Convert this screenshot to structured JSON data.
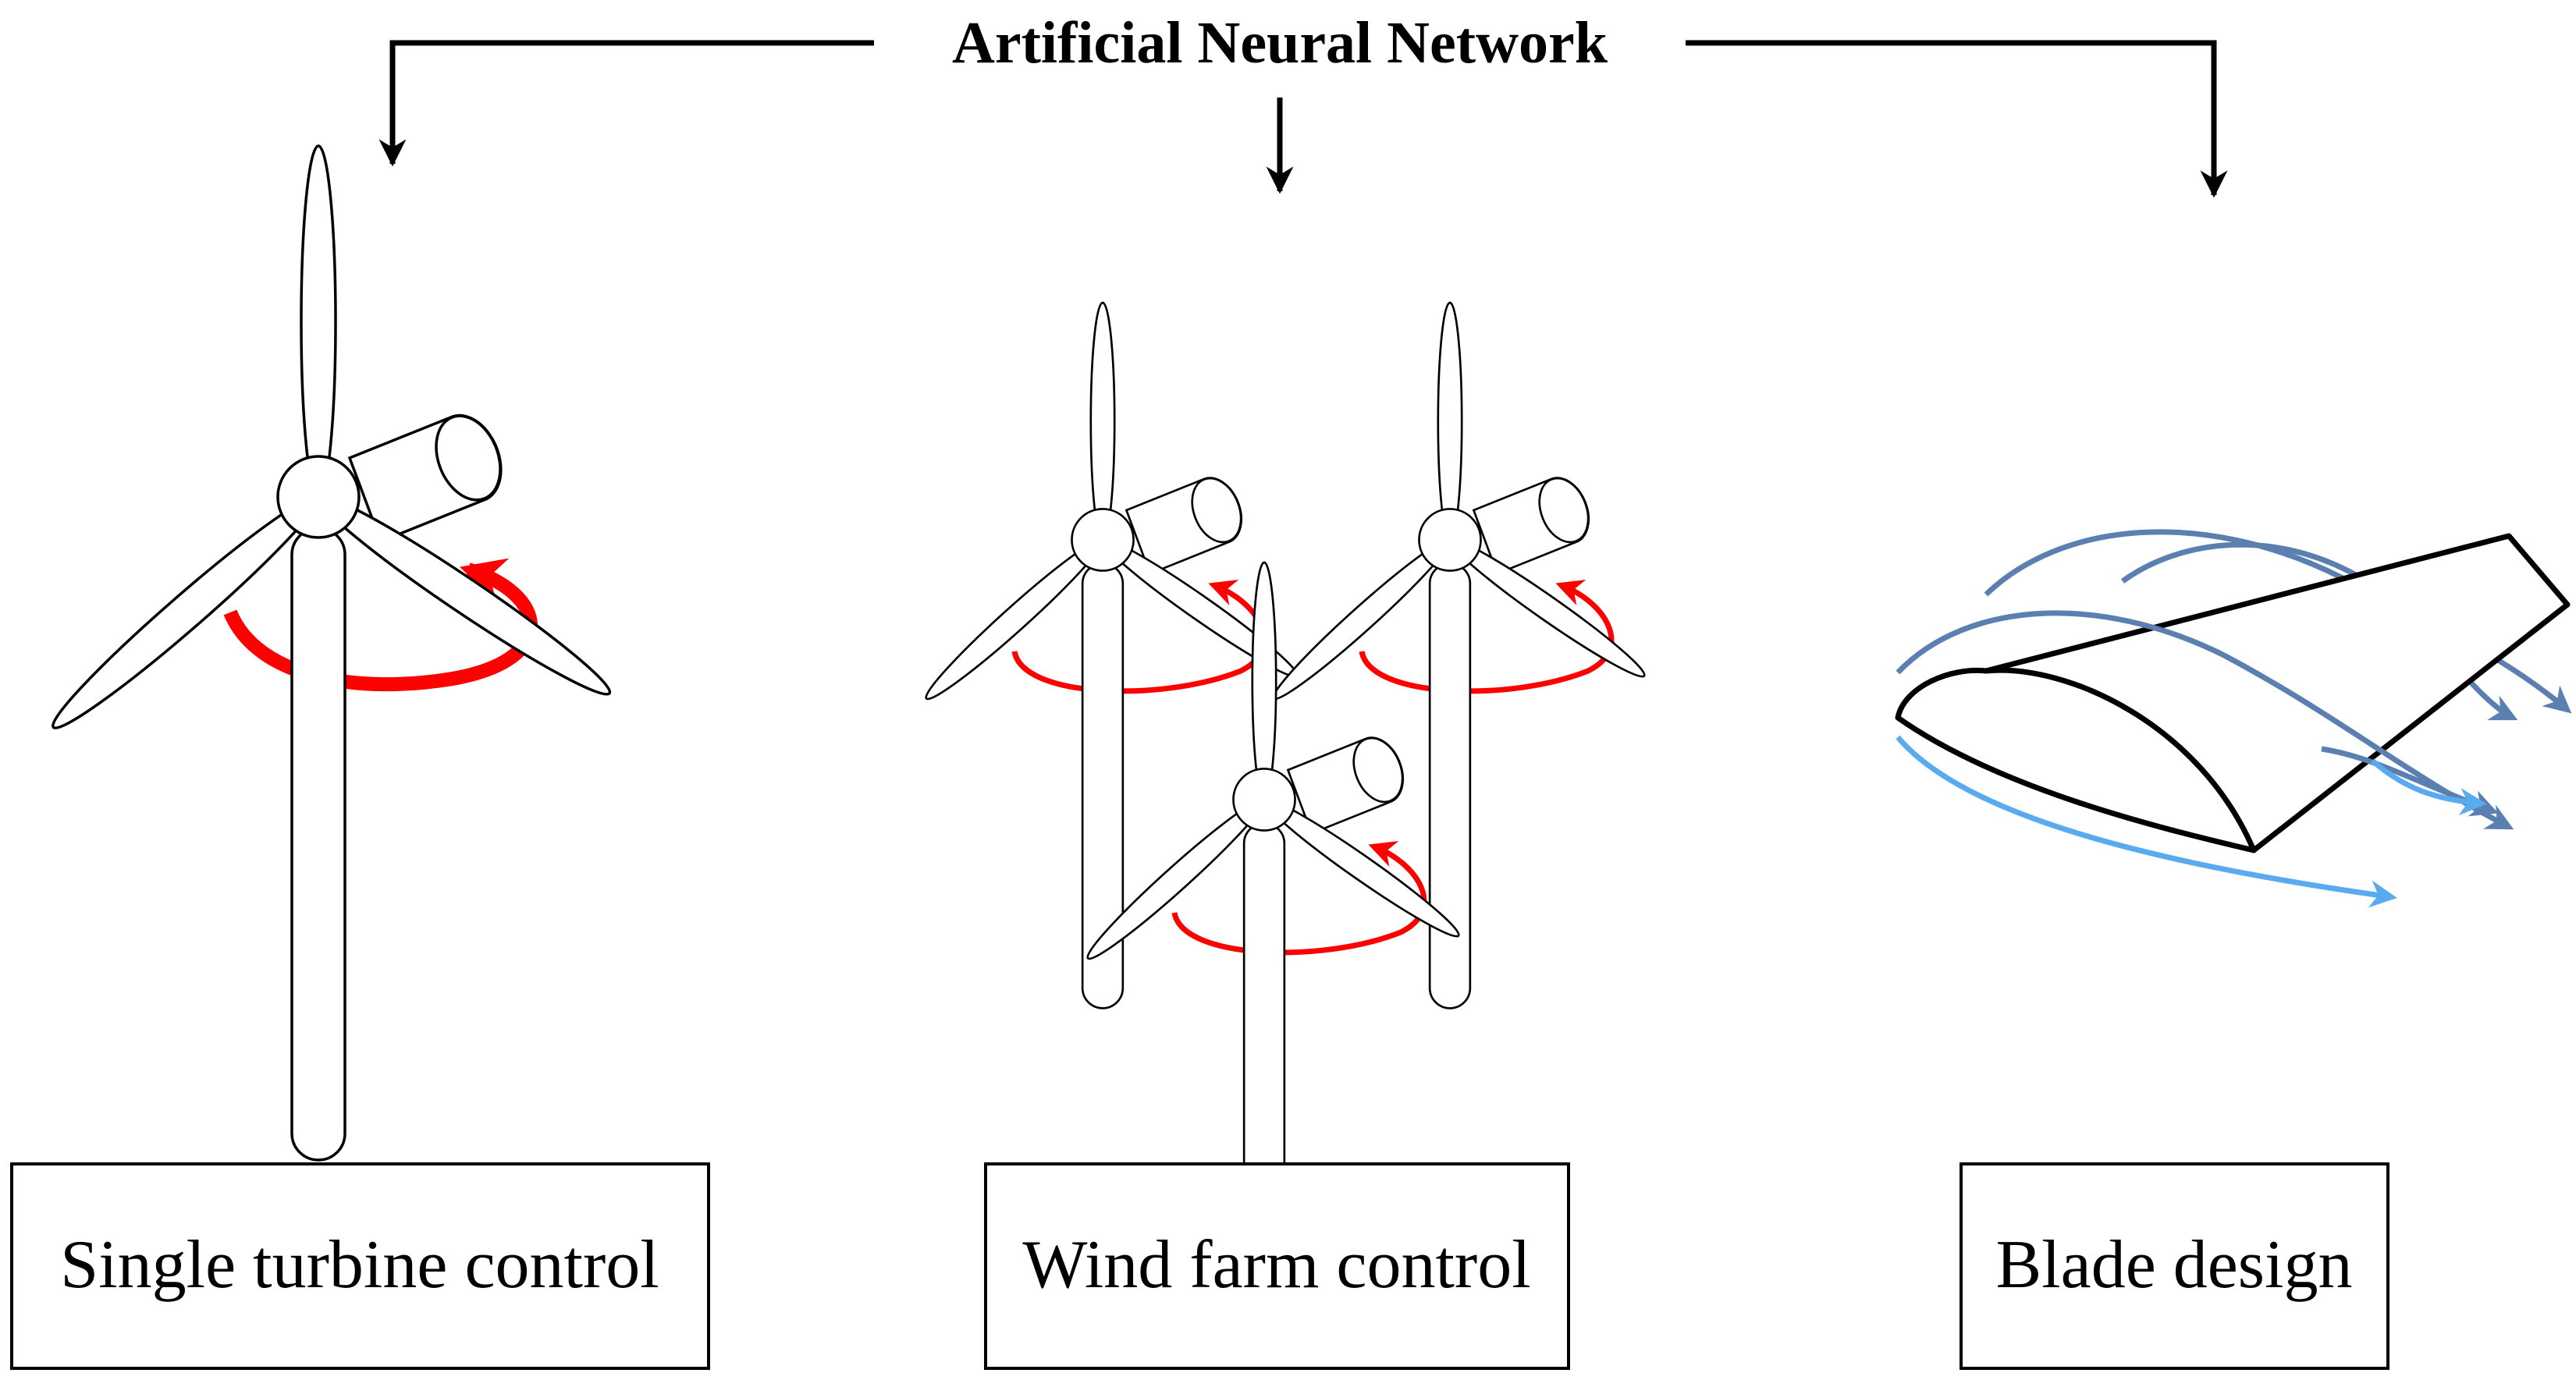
{
  "title": "Artificial Neural Network",
  "panels": [
    {
      "label": "Single turbine control"
    },
    {
      "label": "Wind farm control"
    },
    {
      "label": "Blade design"
    }
  ],
  "colors": {
    "line": "#000000",
    "rotation_arrow": "#ff0000",
    "flow_dark": "#5b7fb0",
    "flow_light": "#5aaaf0",
    "background": "#ffffff"
  },
  "icons": [
    "wind-turbine-icon",
    "rotation-arrow-icon",
    "airfoil-blade-icon",
    "airflow-arrow-icon"
  ]
}
